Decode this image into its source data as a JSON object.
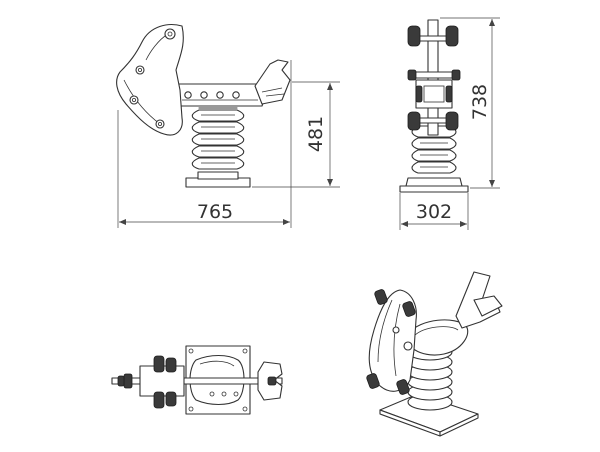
{
  "dimensions": {
    "length": "765",
    "height": "481",
    "total_height": "738",
    "width": "302"
  },
  "colors": {
    "line": "#333333",
    "rubber": "#3a3a3a",
    "background": "#ffffff"
  }
}
